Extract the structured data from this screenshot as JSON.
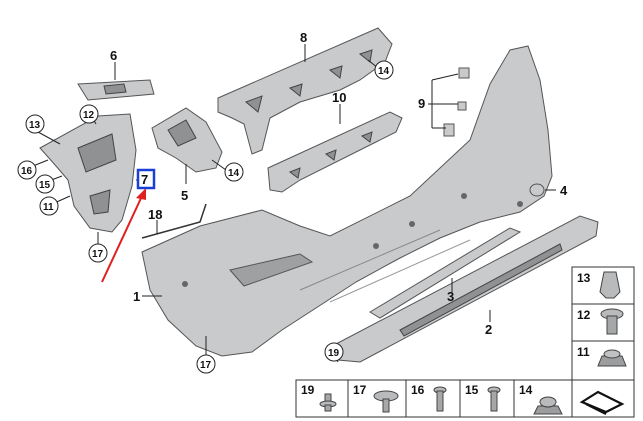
{
  "callouts": {
    "c1": "1",
    "c2": "2",
    "c3": "3",
    "c4": "4",
    "c5": "5",
    "c6": "6",
    "c7": "7",
    "c8": "8",
    "c9": "9",
    "c10": "10",
    "c11": "11",
    "c12": "12",
    "c13": "13",
    "c14a": "14",
    "c14b": "14",
    "c15": "15",
    "c16": "16",
    "c17a": "17",
    "c17b": "17",
    "c18": "18",
    "c19": "19"
  },
  "parts_grid": {
    "right_col": [
      "13",
      "12",
      "11"
    ],
    "bottom_row": [
      "19",
      "17",
      "16",
      "15",
      "14"
    ]
  },
  "highlight": {
    "label": "7",
    "color": "#1a3fd6",
    "arrow_color": "#e0201e"
  }
}
